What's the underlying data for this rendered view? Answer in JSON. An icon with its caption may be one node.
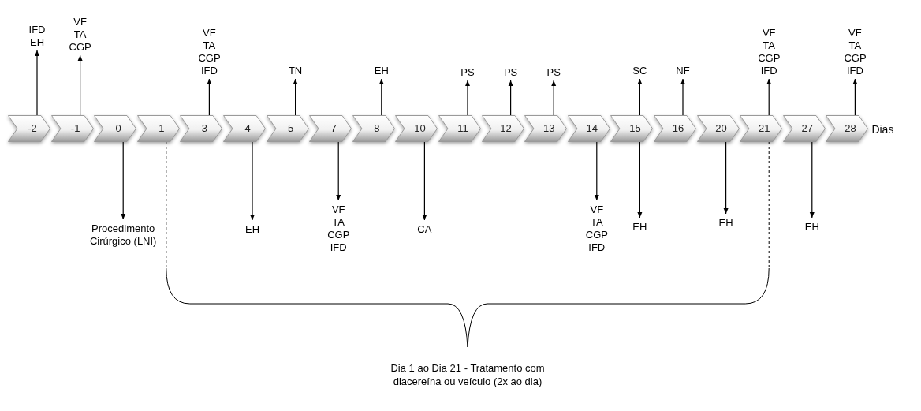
{
  "diagram": {
    "nodes": [
      {
        "text": [
          "-2"
        ]
      },
      {
        "text": [
          "-1"
        ]
      },
      {
        "text": [
          "0"
        ]
      },
      {
        "text": [
          "1"
        ]
      },
      {
        "text": [
          "3"
        ]
      },
      {
        "text": [
          "4"
        ]
      },
      {
        "text": [
          "5"
        ]
      },
      {
        "text": [
          "7"
        ]
      },
      {
        "text": [
          "8"
        ]
      },
      {
        "text": [
          "10"
        ]
      },
      {
        "text": [
          "11"
        ]
      },
      {
        "text": [
          "12"
        ]
      },
      {
        "text": [
          "13"
        ]
      },
      {
        "text": [
          "14"
        ]
      },
      {
        "text": [
          "15"
        ]
      },
      {
        "text": [
          "16"
        ]
      },
      {
        "text": [
          "20"
        ]
      },
      {
        "text": [
          "21"
        ]
      },
      {
        "text": [
          "27"
        ]
      },
      {
        "text": [
          "28"
        ],
        "beside": [
          "Dias"
        ]
      },
      {
        "text": [
          "IFD EH"
        ]
      },
      {
        "text": [
          "VF TA CGP"
        ]
      },
      {
        "text": [
          "VF TA CGP IFD"
        ]
      },
      {
        "text": [
          "TN"
        ]
      },
      {
        "text": [
          "EH"
        ]
      },
      {
        "text": [
          "PS"
        ]
      },
      {
        "text": [
          "PS"
        ]
      },
      {
        "text": [
          "PS"
        ]
      },
      {
        "text": [
          "SC"
        ]
      },
      {
        "text": [
          "NF"
        ]
      },
      {
        "text": [
          "VF TA CGP IFD"
        ]
      },
      {
        "text": [
          "VF TA CGP IFD"
        ]
      },
      {
        "text": [
          "Procedimento Cirúrgico (LNI)"
        ]
      },
      {
        "text": [
          "EH"
        ]
      },
      {
        "text": [
          "VF TA CGP IFD"
        ]
      },
      {
        "text": [
          "CA"
        ]
      },
      {
        "text": [
          "VF TA CGP IFD"
        ]
      },
      {
        "text": [
          "EH"
        ]
      },
      {
        "text": [
          "EH"
        ]
      },
      {
        "text": [
          "EH"
        ]
      }
    ],
    "edges": [
      {
        "from": 0,
        "to": 20,
        "arrow": "to"
      },
      {
        "from": 1,
        "to": 21,
        "arrow": "to"
      },
      {
        "from": 4,
        "to": 22,
        "arrow": "to"
      },
      {
        "from": 6,
        "to": 23,
        "arrow": "to"
      },
      {
        "from": 8,
        "to": 24,
        "arrow": "to"
      },
      {
        "from": 10,
        "to": 25,
        "arrow": "to"
      },
      {
        "from": 11,
        "to": 26,
        "arrow": "to"
      },
      {
        "from": 12,
        "to": 27,
        "arrow": "to"
      },
      {
        "from": 14,
        "to": 28,
        "arrow": "to"
      },
      {
        "from": 15,
        "to": 29,
        "arrow": "to"
      },
      {
        "from": 17,
        "to": 30,
        "arrow": "to"
      },
      {
        "from": 19,
        "to": 31,
        "arrow": "to"
      },
      {
        "from": 2,
        "to": 32,
        "arrow": "to"
      },
      {
        "from": 5,
        "to": 33,
        "arrow": "to"
      },
      {
        "from": 7,
        "to": 34,
        "arrow": "to"
      },
      {
        "from": 9,
        "to": 35,
        "arrow": "to"
      },
      {
        "from": 13,
        "to": 36,
        "arrow": "to"
      },
      {
        "from": 14,
        "to": 37,
        "arrow": "to"
      },
      {
        "from": 16,
        "to": 38,
        "arrow": "to"
      },
      {
        "from": 18,
        "to": 39,
        "arrow": "to"
      }
    ],
    "labels": [
      "Dia 1 ao Dia 21 - Tratamento com diacereína ou veículo (2x ao dia)"
    ]
  }
}
